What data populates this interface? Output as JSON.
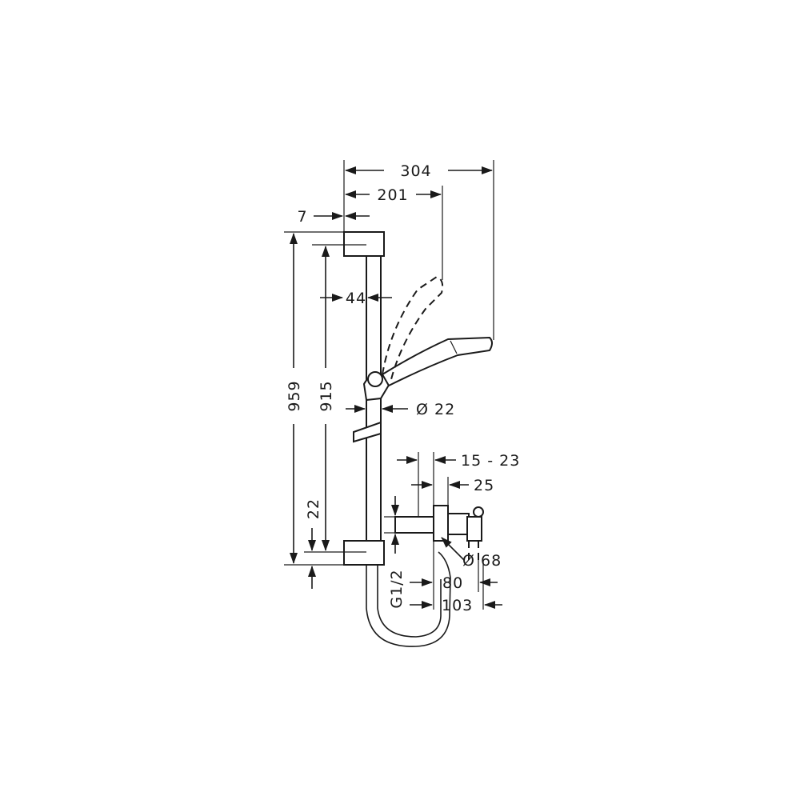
{
  "dimensions": {
    "overall_reach": "304",
    "handshower_reach": "201",
    "wall_offset": "7",
    "rail_offset": "44",
    "total_height": "959",
    "rail_height": "915",
    "rail_diameter": "Ø 22",
    "bottom_offset": "22",
    "outlet_depth": "15 - 23",
    "outlet_width": "25",
    "rosette_diameter": "Ø 68",
    "thread": "G1/2",
    "outlet_projection_80": "80",
    "outlet_projection_103": "103"
  },
  "colors": {
    "line": "#1a1a1a",
    "background": "#ffffff"
  }
}
